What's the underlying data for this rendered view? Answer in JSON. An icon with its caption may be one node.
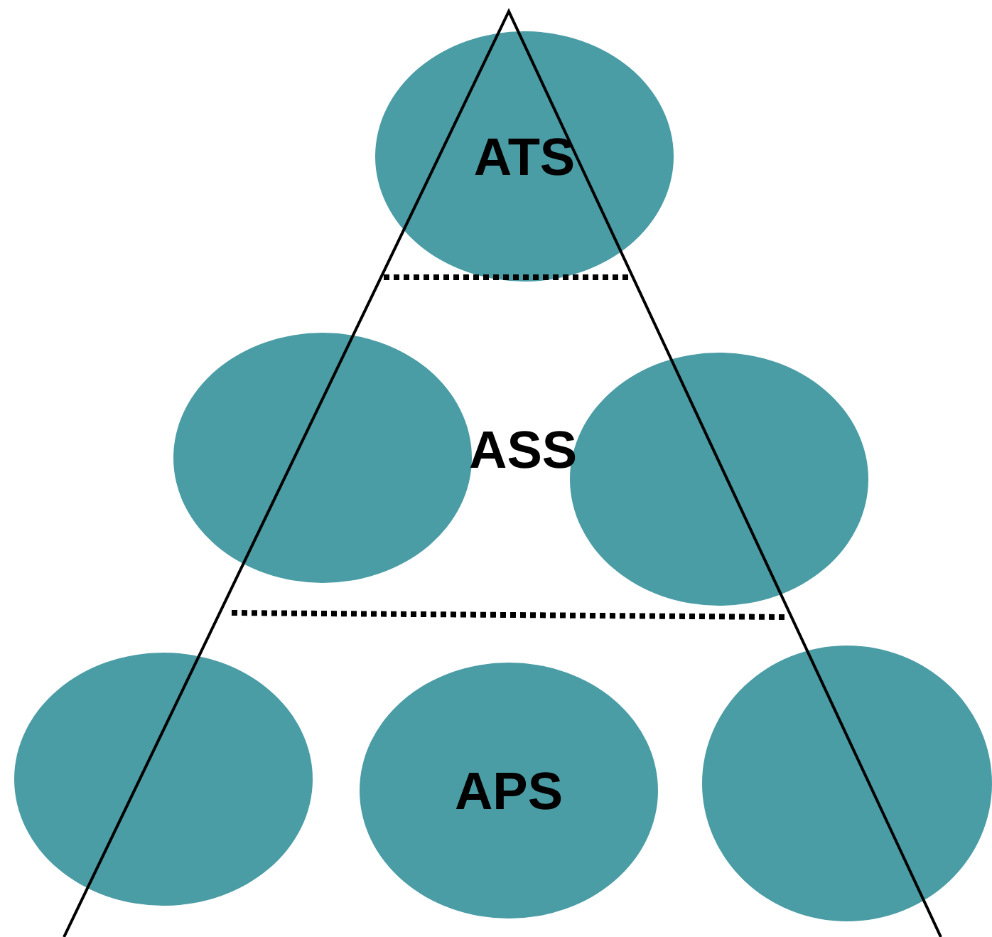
{
  "diagram": {
    "nodes": [
      {
        "text": [
          "ATS"
        ]
      },
      {
        "text": [],
        "shape": "ellipse"
      },
      {
        "text": [],
        "shape": "ellipse"
      },
      {
        "text": [],
        "shape": "ellipse"
      },
      {
        "text": [
          "APS"
        ]
      },
      {
        "text": [],
        "shape": "ellipse"
      }
    ],
    "labels": [
      "ASS"
    ]
  }
}
